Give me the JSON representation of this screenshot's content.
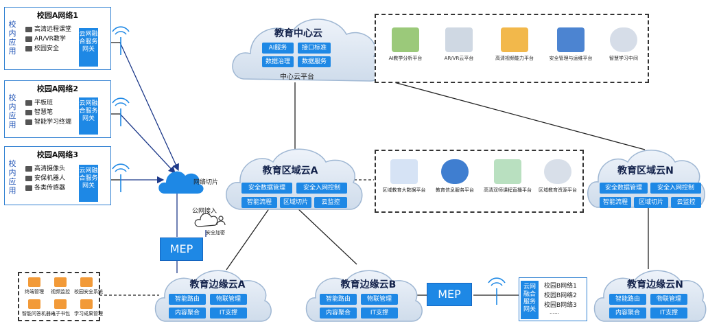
{
  "campus_networks": [
    {
      "title": "校园A网络1",
      "side_label": "校内应用",
      "items": [
        "高清远程课堂",
        "AR/VR教学",
        "校园安全",
        ""
      ],
      "gateway": "云网融合服务网关"
    },
    {
      "title": "校园A网络2",
      "side_label": "校内应用",
      "items": [
        "平板班",
        "智慧笔",
        "智能学习终端"
      ],
      "gateway": "云网融合服务网关"
    },
    {
      "title": "校园A网络3",
      "side_label": "校内应用",
      "items": [
        "高清摄像头",
        "安保机器人",
        "各类传感器"
      ],
      "gateway": "云网融合服务网关"
    }
  ],
  "center_cloud": {
    "title": "教育中心云",
    "tags": [
      "AI服务",
      "接口标准",
      "数据治理",
      "数据服务"
    ],
    "footer": "中心云平台"
  },
  "center_platforms": [
    "AI教学分析平台",
    "AR/VR云平台",
    "高清视频能力平台",
    "安全管理与运维平台",
    "智慧学习中间"
  ],
  "region_a": {
    "title": "教育区域云A",
    "tags": [
      "安全数据管理",
      "安全入网控制",
      "智能流程",
      "区域切片",
      "云监控"
    ]
  },
  "region_platforms": [
    "区域教育大数据平台",
    "教育信息服务平台",
    "高清双师课程直播平台",
    "区域教育资源平台"
  ],
  "region_n": {
    "title": "教育区域云N",
    "tags": [
      "安全数据管理",
      "安全入网控制",
      "智能流程",
      "区域切片",
      "云监控"
    ]
  },
  "network_slice_label": "网络切片",
  "public_access_label": "公网接入",
  "security_label": "安全加密",
  "mep_label": "MEP",
  "edge_a": {
    "title": "教育边缘云A",
    "tags": [
      "智能路由",
      "物联管理",
      "内容聚合",
      "IT支撑"
    ]
  },
  "edge_b": {
    "title": "教育边缘云B",
    "tags": [
      "智能路由",
      "物联管理",
      "内容聚合",
      "IT支撑"
    ]
  },
  "edge_n": {
    "title": "教育边缘云N",
    "tags": [
      "智能路由",
      "物联管理",
      "内容聚合",
      "IT支撑"
    ]
  },
  "edge_a_apps": [
    "终端管理",
    "视频监控",
    "校园安全系统",
    "智能问答机器人",
    "电子书包",
    "学习成果管理"
  ],
  "mep2_label": "MEP",
  "campus_b": {
    "gateway": "云网融合服务网关",
    "items": [
      "校园B网络1",
      "校园B网络2",
      "校园B网络3",
      "……"
    ]
  },
  "colors": {
    "accent": "#1e88e5",
    "cloud_fill": "#dbe6f3",
    "cloud_stroke": "#9fb7d3",
    "line": "#222222"
  }
}
